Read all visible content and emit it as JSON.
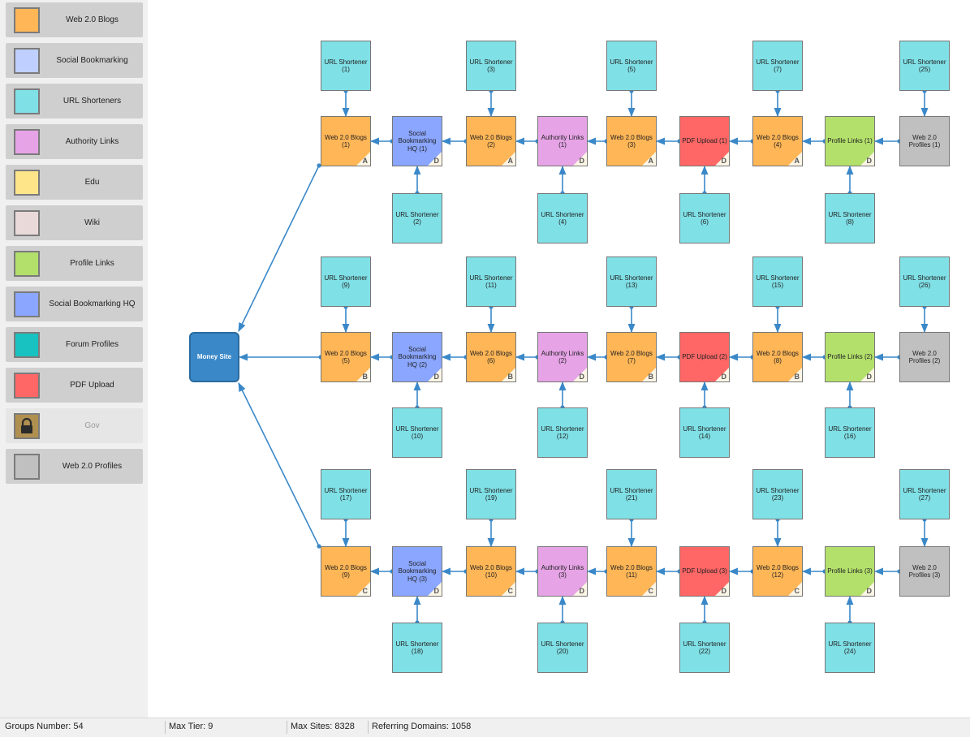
{
  "palette": [
    {
      "label": "Web 2.0 Blogs",
      "color": "#ffb656"
    },
    {
      "label": "Social Bookmarking",
      "color": "#bfcfff"
    },
    {
      "label": "URL Shorteners",
      "color": "#7fe0e6"
    },
    {
      "label": "Authority Links",
      "color": "#e6a3e6"
    },
    {
      "label": "Edu",
      "color": "#ffe58a"
    },
    {
      "label": "Wiki",
      "color": "#ead9d9"
    },
    {
      "label": "Profile Links",
      "color": "#b3e06b"
    },
    {
      "label": "Social Bookmarking HQ",
      "color": "#8aa6ff"
    },
    {
      "label": "Forum Profiles",
      "color": "#18c2c0"
    },
    {
      "label": "PDF Upload",
      "color": "#ff6666"
    },
    {
      "label": "Gov",
      "color": "#b09050",
      "locked": true
    },
    {
      "label": "Web 2.0 Profiles",
      "color": "#c0c0c0"
    }
  ],
  "money_site": {
    "label": "Money Site",
    "color": "#3a88c8"
  },
  "rows": [
    {
      "main": [
        {
          "label": "Web 2.0 Blogs (1)",
          "type": "Web 2.0 Blogs",
          "tier": "A"
        },
        {
          "label": "Social Bookmarking HQ (1)",
          "type": "Social Bookmarking HQ",
          "tier": "D"
        },
        {
          "label": "Web 2.0 Blogs (2)",
          "type": "Web 2.0 Blogs",
          "tier": "A"
        },
        {
          "label": "Authority Links (1)",
          "type": "Authority Links",
          "tier": "D"
        },
        {
          "label": "Web 2.0 Blogs (3)",
          "type": "Web 2.0 Blogs",
          "tier": "A"
        },
        {
          "label": "PDF Upload (1)",
          "type": "PDF Upload",
          "tier": "D"
        },
        {
          "label": "Web 2.0 Blogs (4)",
          "type": "Web 2.0 Blogs",
          "tier": "A"
        },
        {
          "label": "Profile Links (1)",
          "type": "Profile Links",
          "tier": "D"
        },
        {
          "label": "Web 2.0 Profiles (1)",
          "type": "Web 2.0 Profiles",
          "tier": ""
        }
      ],
      "top": [
        {
          "col": 0,
          "label": "URL Shortener (1)"
        },
        {
          "col": 2,
          "label": "URL Shortener (3)"
        },
        {
          "col": 4,
          "label": "URL Shortener (5)"
        },
        {
          "col": 6,
          "label": "URL Shortener (7)"
        },
        {
          "col": 8,
          "label": "URL Shortener (25)"
        }
      ],
      "bottom": [
        {
          "col": 1,
          "label": "URL Shortener (2)"
        },
        {
          "col": 3,
          "label": "URL Shortener (4)"
        },
        {
          "col": 5,
          "label": "URL Shortener (6)"
        },
        {
          "col": 7,
          "label": "URL Shortener (8)"
        }
      ]
    },
    {
      "main": [
        {
          "label": "Web 2.0 Blogs (5)",
          "type": "Web 2.0 Blogs",
          "tier": "B"
        },
        {
          "label": "Social Bookmarking HQ (2)",
          "type": "Social Bookmarking HQ",
          "tier": "D"
        },
        {
          "label": "Web 2.0 Blogs (6)",
          "type": "Web 2.0 Blogs",
          "tier": "B"
        },
        {
          "label": "Authority Links (2)",
          "type": "Authority Links",
          "tier": "D"
        },
        {
          "label": "Web 2.0 Blogs (7)",
          "type": "Web 2.0 Blogs",
          "tier": "B"
        },
        {
          "label": "PDF Upload (2)",
          "type": "PDF Upload",
          "tier": "D"
        },
        {
          "label": "Web 2.0 Blogs (8)",
          "type": "Web 2.0 Blogs",
          "tier": "B"
        },
        {
          "label": "Profile Links (2)",
          "type": "Profile Links",
          "tier": "D"
        },
        {
          "label": "Web 2.0 Profiles (2)",
          "type": "Web 2.0 Profiles",
          "tier": ""
        }
      ],
      "top": [
        {
          "col": 0,
          "label": "URL Shortener (9)"
        },
        {
          "col": 2,
          "label": "URL Shortener (11)"
        },
        {
          "col": 4,
          "label": "URL Shortener (13)"
        },
        {
          "col": 6,
          "label": "URL Shortener (15)"
        },
        {
          "col": 8,
          "label": "URL Shortener (26)"
        }
      ],
      "bottom": [
        {
          "col": 1,
          "label": "URL Shortener (10)"
        },
        {
          "col": 3,
          "label": "URL Shortener (12)"
        },
        {
          "col": 5,
          "label": "URL Shortener (14)"
        },
        {
          "col": 7,
          "label": "URL Shortener (16)"
        }
      ]
    },
    {
      "main": [
        {
          "label": "Web 2.0 Blogs (9)",
          "type": "Web 2.0 Blogs",
          "tier": "C"
        },
        {
          "label": "Social Bookmarking HQ (3)",
          "type": "Social Bookmarking HQ",
          "tier": "D"
        },
        {
          "label": "Web 2.0 Blogs (10)",
          "type": "Web 2.0 Blogs",
          "tier": "C"
        },
        {
          "label": "Authority Links (3)",
          "type": "Authority Links",
          "tier": "D"
        },
        {
          "label": "Web 2.0 Blogs (11)",
          "type": "Web 2.0 Blogs",
          "tier": "C"
        },
        {
          "label": "PDF Upload (3)",
          "type": "PDF Upload",
          "tier": "D"
        },
        {
          "label": "Web 2.0 Blogs (12)",
          "type": "Web 2.0 Blogs",
          "tier": "C"
        },
        {
          "label": "Profile Links (3)",
          "type": "Profile Links",
          "tier": "D"
        },
        {
          "label": "Web 2.0 Profiles (3)",
          "type": "Web 2.0 Profiles",
          "tier": ""
        }
      ],
      "top": [
        {
          "col": 0,
          "label": "URL Shortener (17)"
        },
        {
          "col": 2,
          "label": "URL Shortener (19)"
        },
        {
          "col": 4,
          "label": "URL Shortener (21)"
        },
        {
          "col": 6,
          "label": "URL Shortener (23)"
        },
        {
          "col": 8,
          "label": "URL Shortener (27)"
        }
      ],
      "bottom": [
        {
          "col": 1,
          "label": "URL Shortener (18)"
        },
        {
          "col": 3,
          "label": "URL Shortener (20)"
        },
        {
          "col": 5,
          "label": "URL Shortener (22)"
        },
        {
          "col": 7,
          "label": "URL Shortener (24)"
        }
      ]
    }
  ],
  "status": {
    "groups": "Groups Number: 54",
    "max_tier": "Max Tier: 9",
    "max_sites": "Max Sites: 8328",
    "referring": "Referring Domains: 1058"
  },
  "colors": {
    "edge": "#3a88c8",
    "shortener": "#7fe0e6"
  }
}
